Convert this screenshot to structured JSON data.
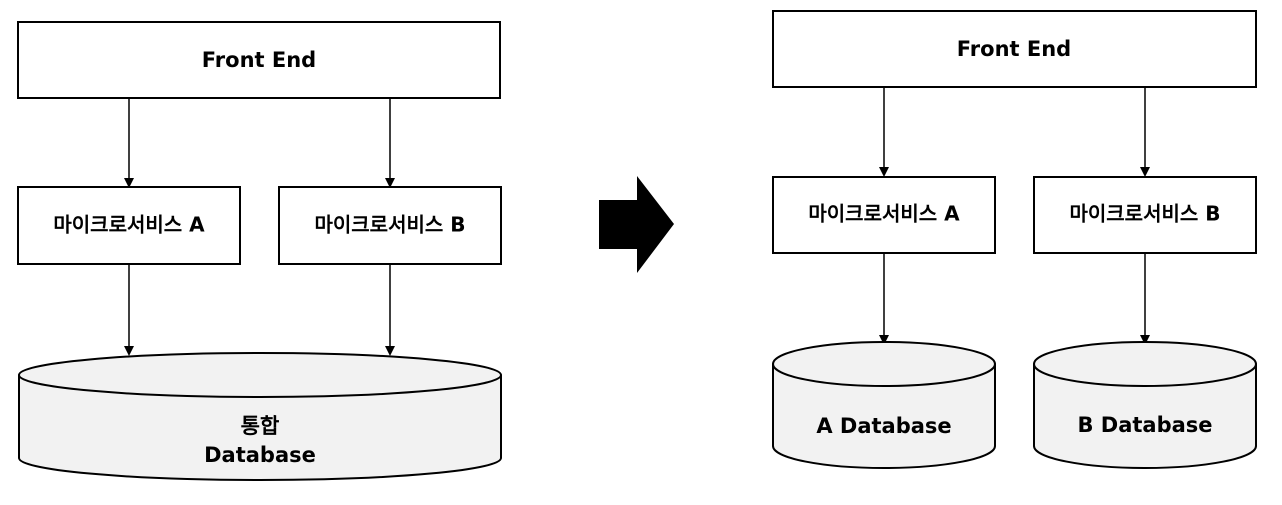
{
  "left": {
    "front_end": "Front End",
    "service_a": "마이크로서비스 A",
    "service_b": "마이크로서비스 B",
    "db_line1": "통합",
    "db_line2": "Database"
  },
  "right": {
    "front_end": "Front End",
    "service_a": "마이크로서비스 A",
    "service_b": "마이크로서비스 B",
    "db_a": "A Database",
    "db_b": "B Database"
  },
  "colors": {
    "stroke": "#000000",
    "box_fill": "#ffffff",
    "db_fill": "#f2f2f2"
  }
}
